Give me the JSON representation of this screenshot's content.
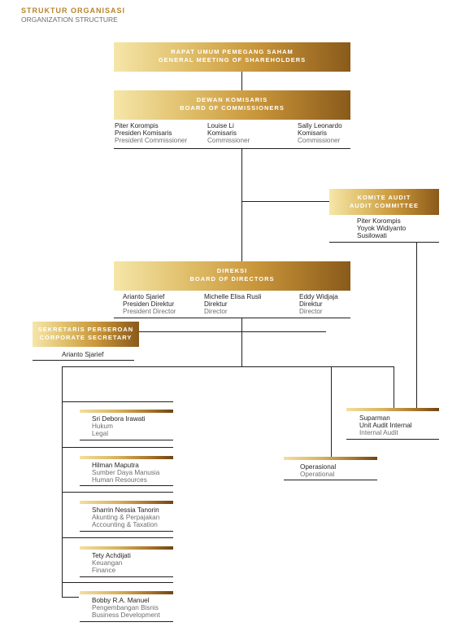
{
  "header": {
    "title_id": "STRUKTUR ORGANISASI",
    "title_en": "ORGANIZATION STRUCTURE"
  },
  "gms": {
    "id": "RAPAT UMUM PEMEGANG SAHAM",
    "en": "GENERAL MEETING OF SHAREHOLDERS"
  },
  "boc": {
    "id": "DEWAN KOMISARIS",
    "en": "BOARD OF COMMISSIONERS",
    "members": [
      {
        "name": "Piter Korompis",
        "role_id": "Presiden Komisaris",
        "role_en": "President Commissioner"
      },
      {
        "name": "Louise Li",
        "role_id": "Komisaris",
        "role_en": "Commissioner"
      },
      {
        "name": "Sally Leonardo",
        "role_id": "Komisaris",
        "role_en": "Commissioner"
      }
    ]
  },
  "audit_committee": {
    "id": "KOMITE AUDIT",
    "en": "AUDIT COMMITTEE",
    "members": [
      "Piter Korompis",
      "Yoyok Widiyanto",
      "Susilowati"
    ]
  },
  "bod": {
    "id": "DIREKSI",
    "en": "BOARD OF DIRECTORS",
    "members": [
      {
        "name": "Arianto Sjarief",
        "role_id": "Presiden Direktur",
        "role_en": "President Director"
      },
      {
        "name": "Michelle Elisa Rusli",
        "role_id": "Direktur",
        "role_en": "Director"
      },
      {
        "name": "Eddy Widjaja",
        "role_id": "Direktur",
        "role_en": "Director"
      }
    ]
  },
  "corp_sec": {
    "id": "SEKRETARIS PERSEROAN",
    "en": "CORPORATE SECRETARY",
    "name": "Arianto Sjarief"
  },
  "units": [
    {
      "name": "Sri Debora Irawati",
      "role_id": "Hukum",
      "role_en": "Legal"
    },
    {
      "name": "Hilman Maputra",
      "role_id": "Sumber Daya Manusia",
      "role_en": "Human Resources"
    },
    {
      "name": "Sharrin Nessia Tanorin",
      "role_id": "Akunting & Perpajakan",
      "role_en": "Accounting & Taxation"
    },
    {
      "name": "Tety Achdijati",
      "role_id": "Keuangan",
      "role_en": "Finance"
    },
    {
      "name": "Bobby R.A. Manuel",
      "role_id": "Pengembangan Bisnis",
      "role_en": "Business Development"
    }
  ],
  "operational": {
    "role_id": "Operasional",
    "role_en": "Operational"
  },
  "internal_audit": {
    "name": "Suparman",
    "role_id": "Unit Audit Internal",
    "role_en": "Internal Audit"
  }
}
